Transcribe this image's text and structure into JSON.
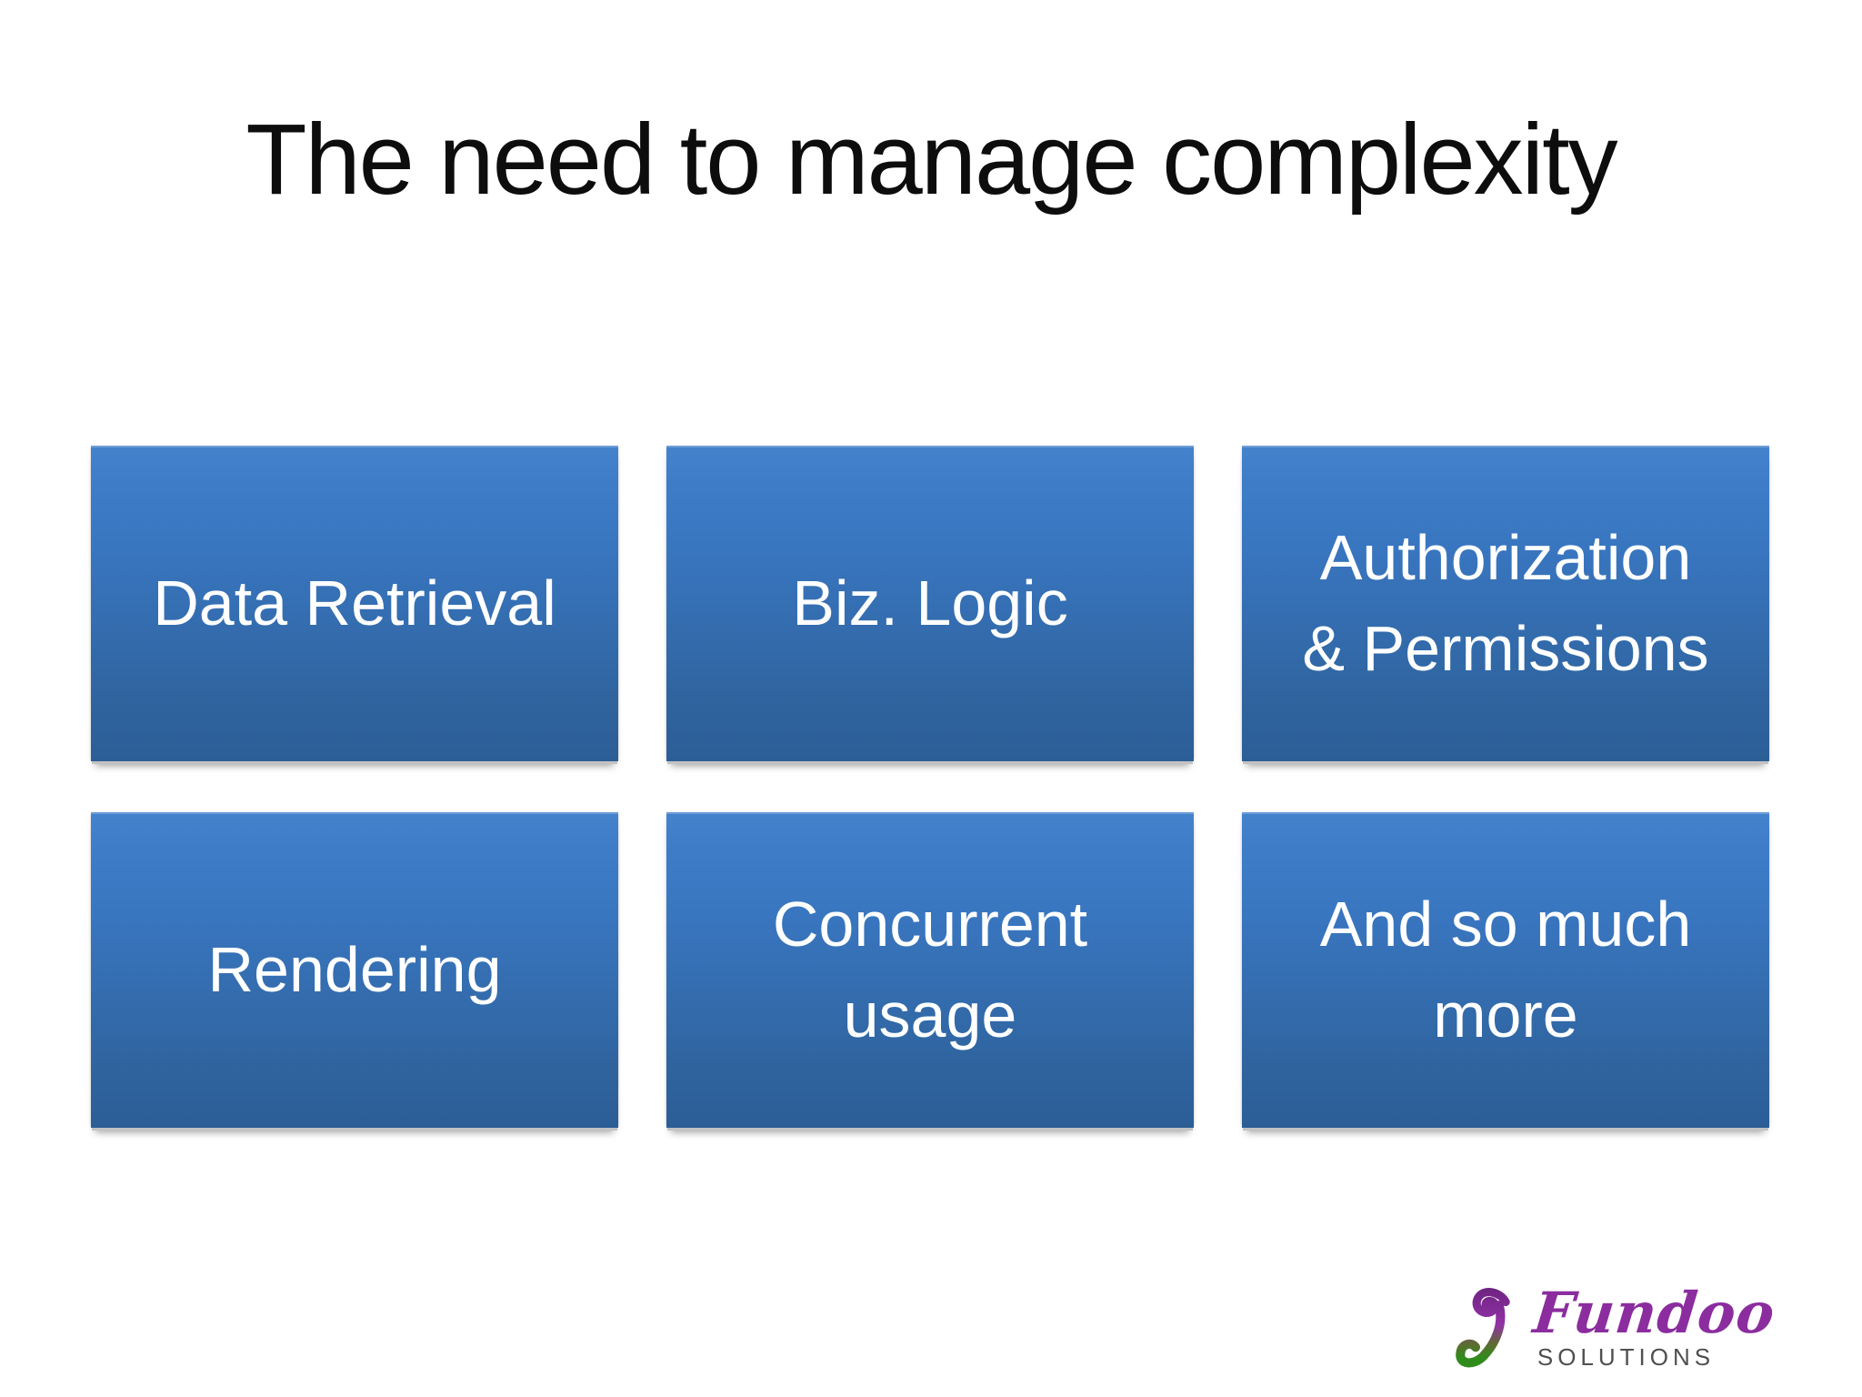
{
  "slide": {
    "title": "The need to manage complexity",
    "boxes": [
      {
        "label": "Data Retrieval"
      },
      {
        "label": "Biz. Logic"
      },
      {
        "label": "Authorization\n& Permissions"
      },
      {
        "label": "Rendering"
      },
      {
        "label": "Concurrent\nusage"
      },
      {
        "label": "And so much\nmore"
      }
    ],
    "logo": {
      "brand": "Fundoo",
      "tagline": "SOLUTIONS",
      "icon": "fundoo-swirl-icon"
    },
    "colors": {
      "box_gradient_top": "#4080c8",
      "box_gradient_bottom": "#2d5f96",
      "box_text": "#ffffff",
      "title_text": "#0d0d0d",
      "logo_purple": "#8b2d9e",
      "logo_green": "#2f8c1c",
      "tagline_gray": "#4f4f4f",
      "shadow_gray": "#c2c2c2"
    }
  }
}
